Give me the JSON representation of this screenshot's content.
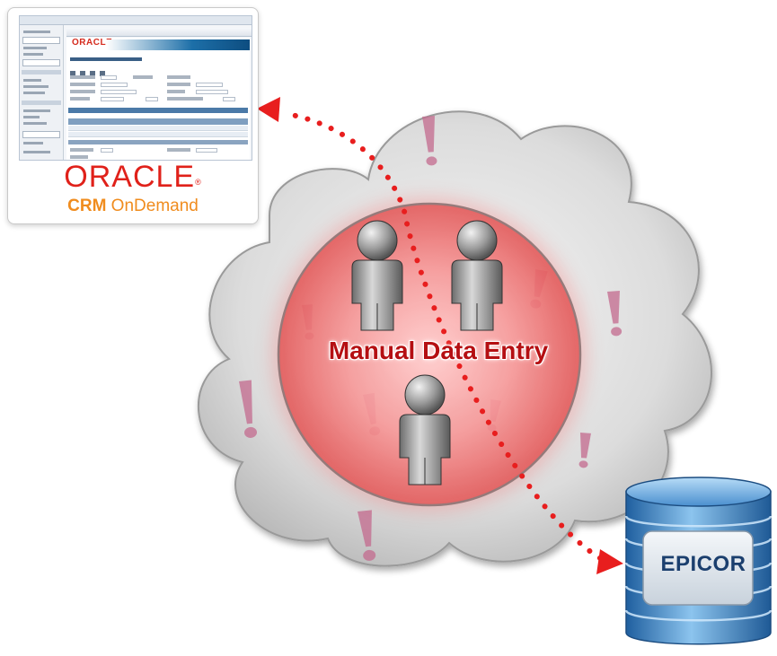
{
  "crm_card": {
    "screenshot_logo": "ORACLE",
    "logo_text": "ORACLE",
    "logo_tm": "®",
    "subtitle_bold": "CRM",
    "subtitle_rest": " OnDemand"
  },
  "center_label": "Manual Data Entry",
  "database_label": "EPICOR",
  "icons": [
    "oracle-crm-screenshot",
    "cloud",
    "person-icon",
    "exclamation-icon",
    "database-icon",
    "dotted-arrow"
  ],
  "colors": {
    "oracle_red": "#e0211a",
    "ondemand_orange": "#f08c1e",
    "label_red": "#b50f12",
    "arrow_red": "#e81e1e",
    "exclamation_pink": "#c36a8e",
    "db_blue": "#3d86c8"
  }
}
